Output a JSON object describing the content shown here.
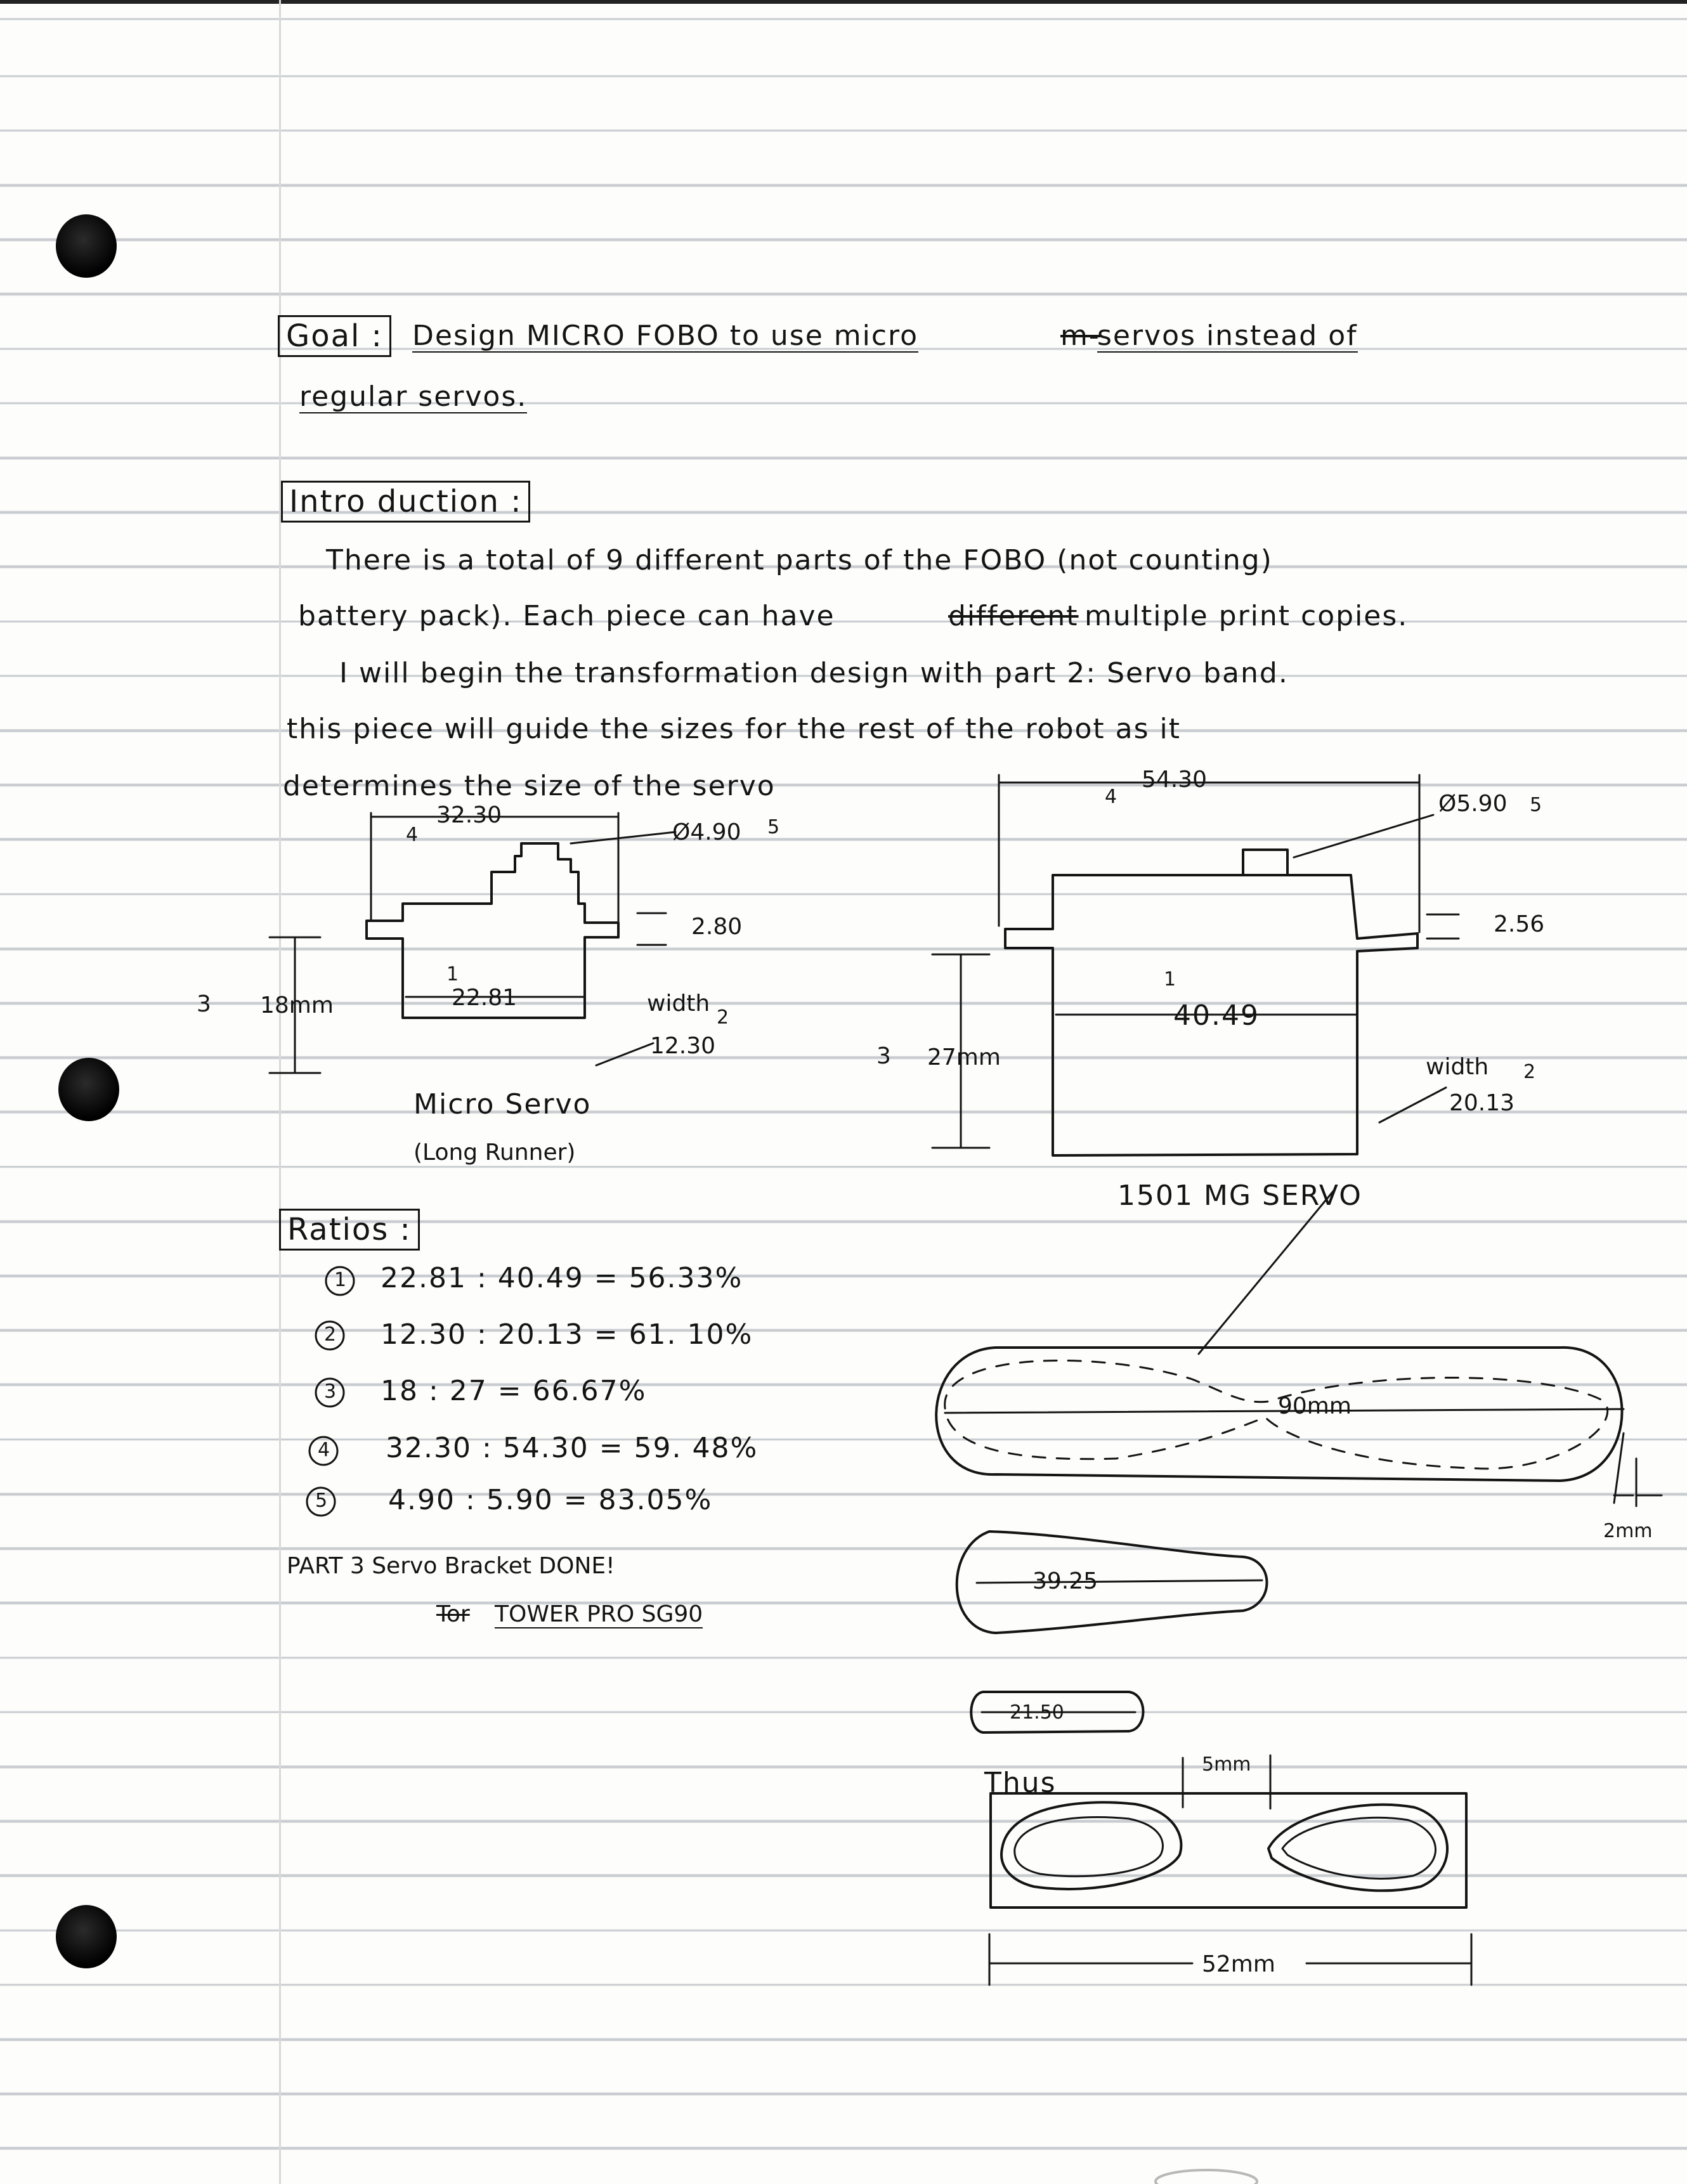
{
  "goal": {
    "label": "Goal :",
    "line1": "Design  MICRO  FOBO  to  use  micro",
    "struck": "m-",
    "line1b": "servos    instead  of",
    "line2": "regular  servos."
  },
  "introduction": {
    "label": "Intro duction :",
    "line1": "There  is  a  total  of  9  different  parts  of  the   FOBO  (not  counting)",
    "line2a": "battery  pack).  Each  piece  can  have",
    "line2_struck": "different",
    "line2b": "multiple  print  copies.",
    "line3": "I  will  begin  the  transformation  design  with  part 2: Servo band.",
    "line4": "this  piece  will  guide  the  sizes  for  the  rest  of  the  robot  as  it",
    "line5": "determines  the  size  of  the  servo"
  },
  "micro_servo": {
    "dim_top": "32.30",
    "marker_top": "4",
    "dim_shaft": "Ø4.90",
    "marker_shaft": "5",
    "dim_tab": "2.80",
    "dim_body": "22.81",
    "marker_body": "1",
    "height": "18mm",
    "marker_height": "3",
    "width_label": "width",
    "width_value": "12.30",
    "marker_width": "2",
    "caption1": "Micro Servo",
    "caption2": "(Long Runner)"
  },
  "large_servo": {
    "dim_top": "54.30",
    "marker_top": "4",
    "dim_shaft": "Ø5.90",
    "marker_shaft": "5",
    "dim_tab": "2.56",
    "dim_body": "40.49",
    "marker_body": "1",
    "height": "27mm",
    "marker_height": "3",
    "width_label": "width",
    "width_value": "20.13",
    "marker_width": "2",
    "caption": "1501  MG  SERVO"
  },
  "ratios": {
    "label": "Ratios :",
    "items": [
      {
        "num": "1",
        "expr": "22.81 : 40.49  =   56.33%"
      },
      {
        "num": "2",
        "expr": "12.30 : 20.13  =     61. 10%"
      },
      {
        "num": "3",
        "expr": "18 : 27  = 66.67%"
      },
      {
        "num": "4",
        "expr": "32.30 : 54.30  = 59. 48%"
      },
      {
        "num": "5",
        "expr": "4.90 : 5.90  = 83.05%"
      }
    ]
  },
  "part3": {
    "line1": "PART 3  Servo Bracket  DONE!",
    "line2_struck": "Tor",
    "line2": "TOWER PRO  SG90"
  },
  "horns": {
    "long_dim": "90mm",
    "edge_dim": "2mm",
    "medium_dim": "39.25",
    "small_dim": "21.50",
    "thus": "Thus",
    "gap_dim": "5mm",
    "width_dim": "52mm"
  }
}
